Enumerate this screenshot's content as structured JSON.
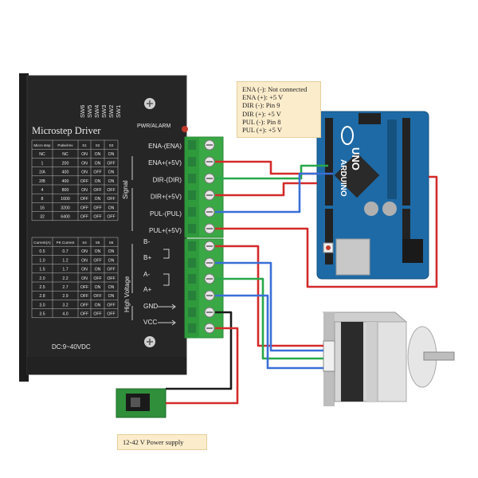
{
  "driver": {
    "title": "Microstep Driver",
    "switch_labels": [
      "SW6",
      "SW5",
      "SW4",
      "SW3",
      "SW2",
      "SW1"
    ],
    "pwr_alarm": "PWR/ALARM",
    "signal_label": "Signal",
    "hv_label": "High Voltage",
    "dc_label": "DC:9~40VDC",
    "micro_table": {
      "headers": [
        "Micro step",
        "Pulse/rev",
        "S1",
        "S2",
        "S3"
      ],
      "rows": [
        [
          "NC",
          "NC",
          "ON",
          "ON",
          "ON"
        ],
        [
          "1",
          "200",
          "ON",
          "ON",
          "OFF"
        ],
        [
          "2/A",
          "400",
          "ON",
          "OFF",
          "ON"
        ],
        [
          "2/B",
          "400",
          "OFF",
          "ON",
          "ON"
        ],
        [
          "4",
          "800",
          "ON",
          "OFF",
          "OFF"
        ],
        [
          "8",
          "1600",
          "OFF",
          "ON",
          "OFF"
        ],
        [
          "16",
          "3200",
          "OFF",
          "OFF",
          "ON"
        ],
        [
          "32",
          "6400",
          "OFF",
          "OFF",
          "OFF"
        ]
      ]
    },
    "current_table": {
      "headers": [
        "Current(A)",
        "PK Current",
        "S4",
        "S5",
        "S6"
      ],
      "rows": [
        [
          "0.5",
          "0.7",
          "ON",
          "ON",
          "ON"
        ],
        [
          "1.0",
          "1.2",
          "ON",
          "OFF",
          "ON"
        ],
        [
          "1.5",
          "1.7",
          "ON",
          "ON",
          "OFF"
        ],
        [
          "2.0",
          "2.2",
          "ON",
          "OFF",
          "OFF"
        ],
        [
          "2.5",
          "2.7",
          "OFF",
          "ON",
          "ON"
        ],
        [
          "2.8",
          "2.9",
          "OFF",
          "OFF",
          "ON"
        ],
        [
          "3.0",
          "3.2",
          "OFF",
          "ON",
          "OFF"
        ],
        [
          "3.5",
          "4.0",
          "OFF",
          "OFF",
          "OFF"
        ]
      ]
    },
    "signal_pins": [
      "ENA-(ENA)",
      "ENA+(+5V)",
      "DIR-(DIR)",
      "DIR+(+5V)",
      "PUL-(PUL)",
      "PUL+(+5V)"
    ],
    "power_pins": [
      "B-",
      "B+",
      "A-",
      "A+",
      "GND",
      "VCC"
    ]
  },
  "note": {
    "lines": [
      "ENA (-): Not connected",
      "ENA (+): +5 V",
      "DIR (-): Pin  9",
      "DIR (+): +5 V",
      "PUL (-): Pin 8",
      "PUL (+): +5 V"
    ]
  },
  "arduino": {
    "logo": "UNO",
    "brand": "ARDUINO"
  },
  "power_supply": {
    "label": "12-42 V Power supply"
  },
  "colors": {
    "wire_red": "#d42a2a",
    "wire_blue": "#3a6fd8",
    "wire_green": "#28a84a",
    "wire_black": "#1a1a1a",
    "terminal_green": "#3aa845",
    "arduino_blue": "#1e6aa6"
  }
}
